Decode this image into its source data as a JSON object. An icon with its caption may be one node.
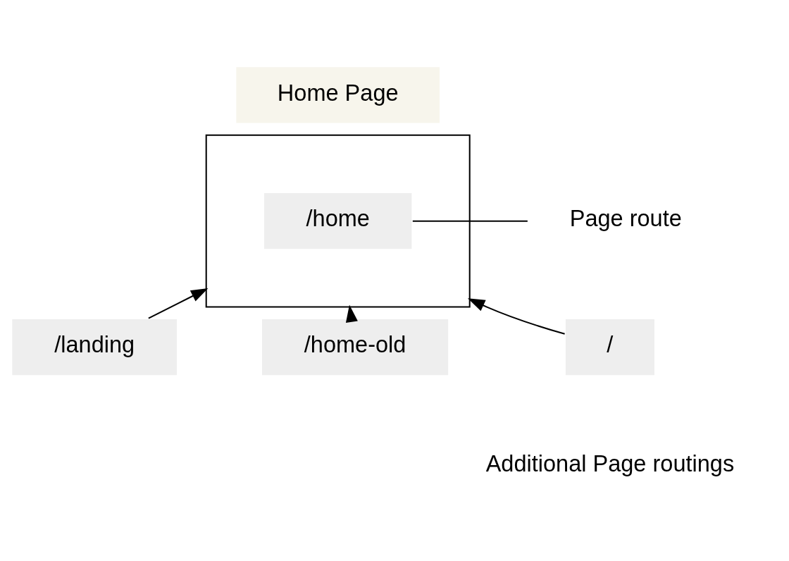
{
  "diagram": {
    "nodes": [
      {
        "text": [
          "Home Page"
        ]
      },
      {
        "text": [],
        "shape": "box"
      },
      {
        "text": [
          "/home"
        ],
        "in": 1
      },
      {
        "text": [
          "Page route"
        ]
      },
      {
        "text": [
          "/landing"
        ]
      },
      {
        "text": [
          "/"
        ]
      },
      {
        "text": [
          "/home-old"
        ]
      }
    ],
    "edges": [
      {
        "from": 3,
        "to": 2,
        "arrow": "none"
      },
      {
        "from": 4,
        "to": 1,
        "arrow": "to"
      },
      {
        "from": 5,
        "to": 1,
        "arrow": "to"
      },
      {
        "from": 6,
        "to": 1,
        "arrow": "to"
      }
    ],
    "labels": [
      "Additional Page routings"
    ]
  }
}
